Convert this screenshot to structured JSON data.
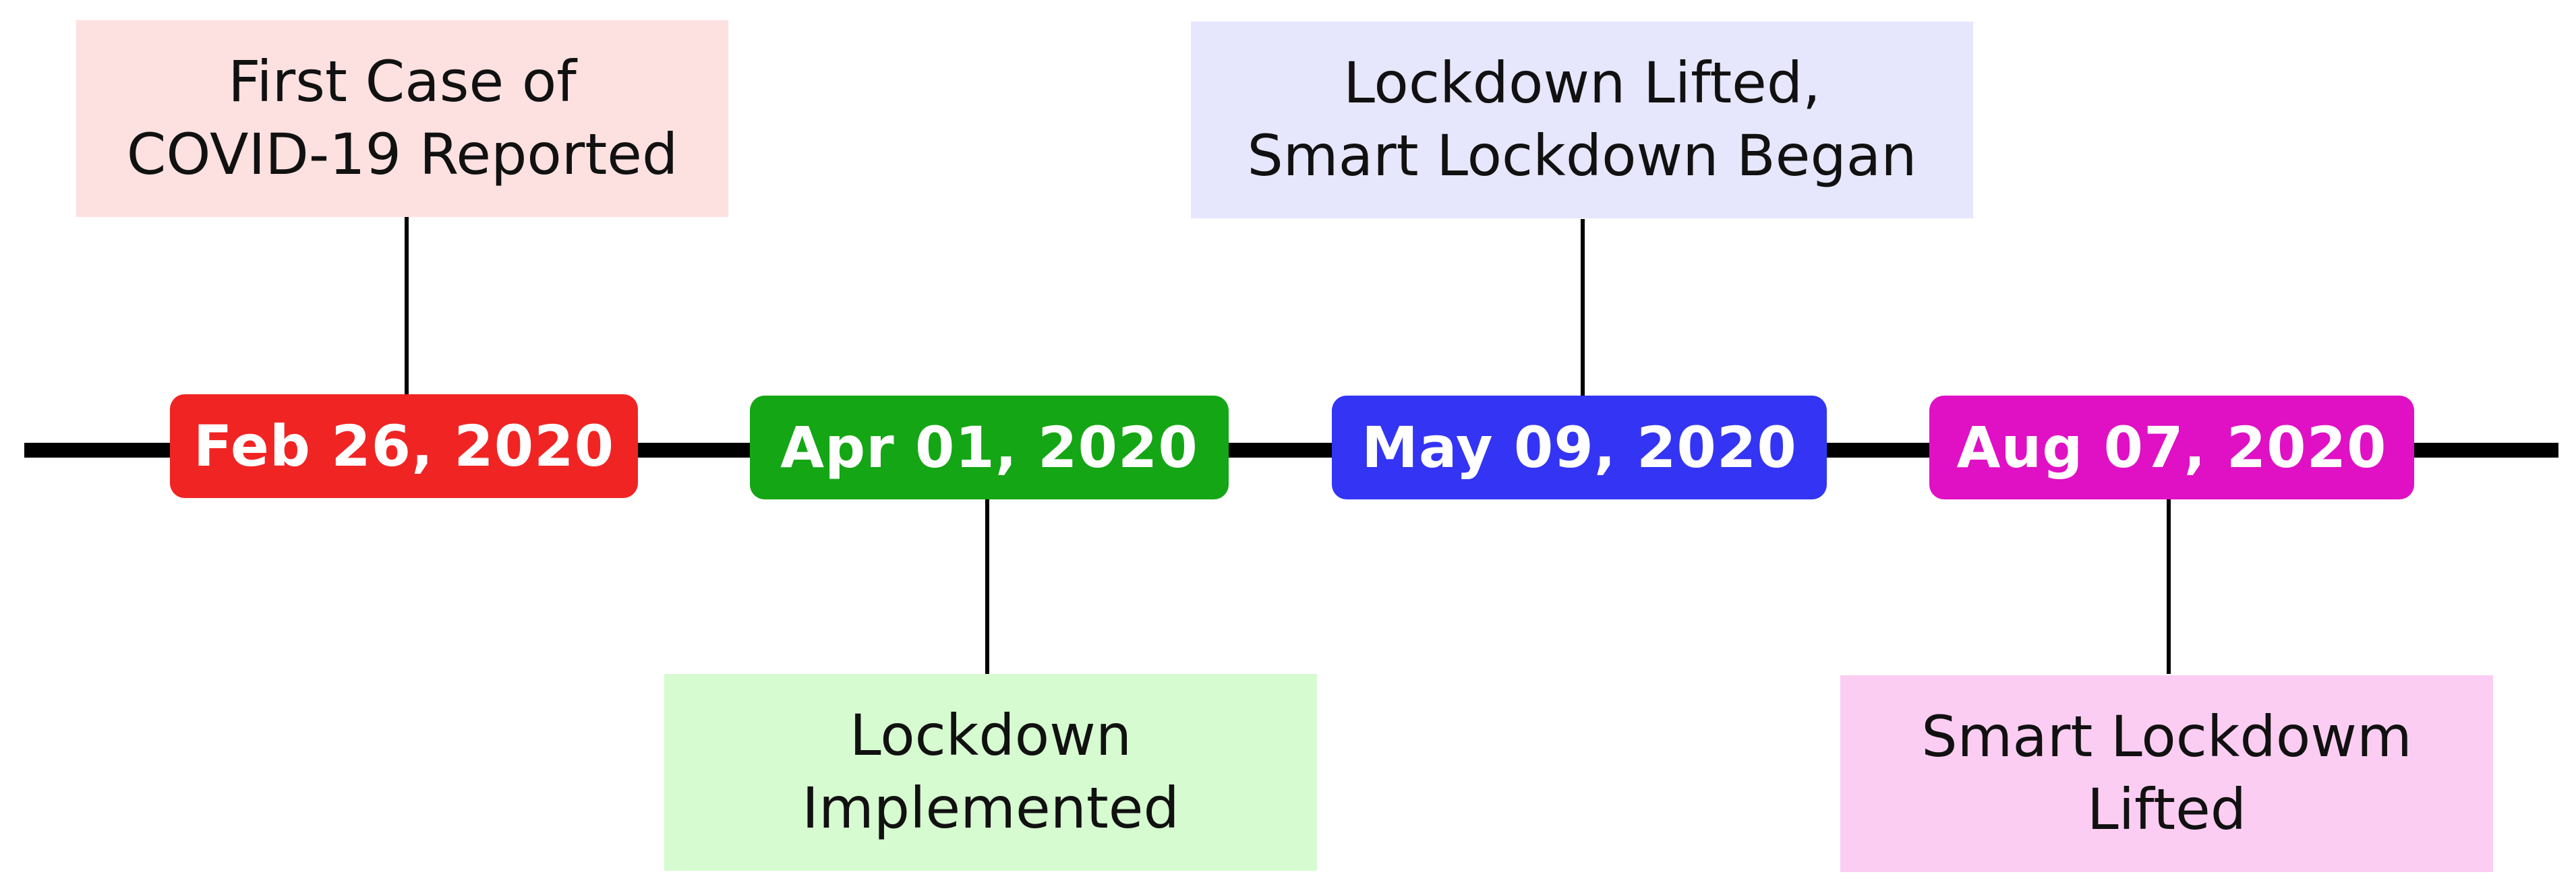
{
  "events": [
    {
      "date": "Feb 26, 2020",
      "color": "#f12424",
      "box_color": "#fde0e0",
      "label_lines": [
        "First Case of",
        "COVID-19 Reported"
      ]
    },
    {
      "date": "Apr 01, 2020",
      "color": "#14a614",
      "box_color": "#d6fbd0",
      "label_lines": [
        "Lockdown",
        "Implemented"
      ]
    },
    {
      "date": "May 09, 2020",
      "color": "#3434f5",
      "box_color": "#e6e6fd",
      "label_lines": [
        "Lockdown Lifted,",
        "Smart Lockdown Began"
      ]
    },
    {
      "date": "Aug 07, 2020",
      "color": "#e010c4",
      "box_color": "#fccdf2",
      "label_lines": [
        "Smart Lockdowm",
        "Lifted"
      ]
    }
  ]
}
